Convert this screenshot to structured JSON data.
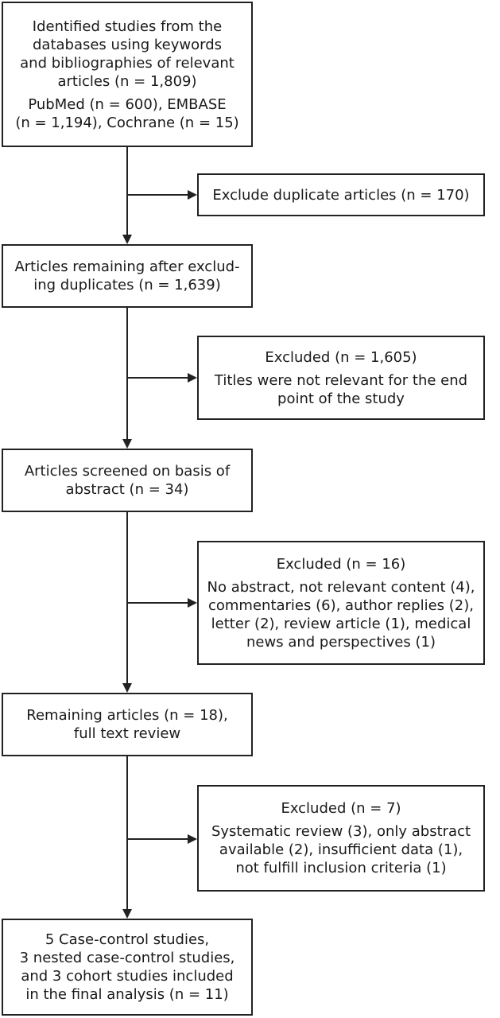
{
  "flow": {
    "identified": {
      "lines": [
        "Identified studies from the",
        "databases using keywords",
        "and bibliographies of relevant",
        "articles (n = 1,809)"
      ],
      "sub_lines": [
        "PubMed (n = 600), EMBASE",
        "(n = 1,194), Cochrane (n = 15)"
      ]
    },
    "exclude_duplicates": {
      "lines": [
        "Exclude duplicate articles (n = 170)"
      ]
    },
    "remaining_after_duplicates": {
      "lines": [
        "Articles remaining after exclud-",
        "ing duplicates (n = 1,639)"
      ]
    },
    "excluded_titles": {
      "heading": "Excluded (n = 1,605)",
      "lines": [
        "Titles were not relevant for the end",
        "point of the study"
      ]
    },
    "screened_abstract": {
      "lines": [
        "Articles screened on basis of",
        "abstract (n = 34)"
      ]
    },
    "excluded_abstract": {
      "heading": "Excluded (n = 16)",
      "lines": [
        "No abstract, not relevant content (4),",
        "commentaries (6), author replies (2),",
        "letter (2), review article (1), medical",
        "news and perspectives (1)"
      ]
    },
    "full_text_review": {
      "lines": [
        "Remaining articles (n = 18),",
        "full text review"
      ]
    },
    "excluded_full_text": {
      "heading": "Excluded (n = 7)",
      "lines": [
        "Systematic review (3), only abstract",
        "available (2), insufficient data (1),",
        "not fulfill inclusion criteria (1)"
      ]
    },
    "final_analysis": {
      "lines": [
        "5 Case-control studies,",
        "3 nested case-control studies,",
        "and 3 cohort studies included",
        "in the final analysis (n = 11)"
      ]
    }
  }
}
